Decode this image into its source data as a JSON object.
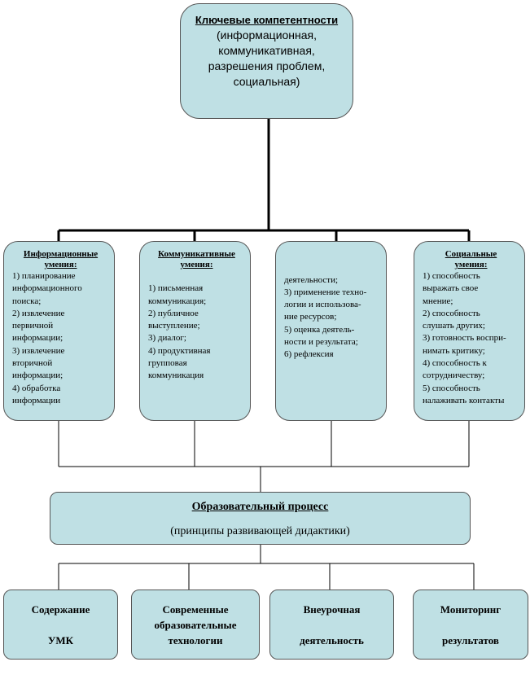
{
  "top": {
    "title": "Ключевые компетентности",
    "lines": [
      "(информационная,",
      "коммуникативная,",
      "разрешения проблем,",
      "социальная)"
    ]
  },
  "skills": [
    {
      "title_lines": [
        "Информационные",
        "умения:"
      ],
      "items": [
        "1) планирование",
        "информационного",
        "поиска;",
        "2) извлечение",
        "первичной",
        "информации;",
        "3) извлечение",
        "вторичной",
        "информации;",
        "4) обработка",
        "информации"
      ]
    },
    {
      "title_lines": [
        "Коммуникативные",
        "умения:"
      ],
      "items": [
        "",
        "1) письменная",
        "коммуникация;",
        "2) публичное",
        "выступление;",
        "3) диалог;",
        "4) продуктивная",
        "групповая",
        "коммуникация"
      ]
    },
    {
      "title_lines": [],
      "items": [
        "",
        "",
        "деятельности;",
        "3) применение техно-",
        "логии и использова-",
        "ние ресурсов;",
        "5) оценка деятель-",
        "ности и результата;",
        "6) рефлексия"
      ]
    },
    {
      "title_lines": [
        "Социальные",
        "умения:"
      ],
      "items": [
        "1) способность",
        "выражать свое",
        "мнение;",
        "2) способность",
        "слушать других;",
        "3) готовность воспри-",
        "нимать критику;",
        "4) способность к",
        "сотрудничеству;",
        "5) способность",
        "налаживать контакты"
      ]
    }
  ],
  "process": {
    "title": "Образовательный процесс",
    "subtitle": "(принципы развивающей дидактики)"
  },
  "bottom": [
    {
      "lines": [
        "Содержание",
        "",
        "УМК"
      ]
    },
    {
      "lines": [
        "Современные",
        "образовательные",
        "технологии"
      ]
    },
    {
      "lines": [
        "Внеурочная",
        "",
        "деятельность"
      ]
    },
    {
      "lines": [
        "Мониторинг",
        "",
        "результатов"
      ]
    }
  ]
}
